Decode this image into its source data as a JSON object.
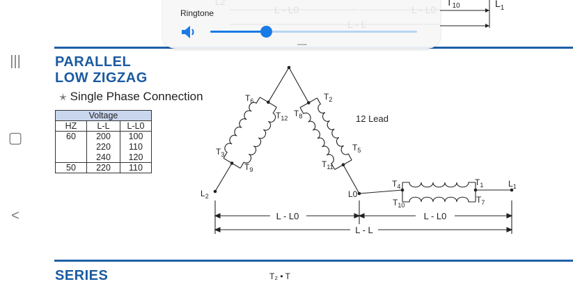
{
  "nav": {
    "recents": "|||",
    "home": "▢",
    "back": "<"
  },
  "volume_panel": {
    "label": "Ringtone",
    "level_percent": 27,
    "icon": "speaker-icon"
  },
  "section1": {
    "title_line1": "PARALLEL",
    "title_line2": "LOW ZIGZAG",
    "subtitle": "Single Phase Connection",
    "star": "✭"
  },
  "table": {
    "header": "Voltage",
    "columns": [
      "HZ",
      "L-L",
      "L-L0"
    ],
    "rows": [
      [
        "60",
        "200",
        "100"
      ],
      [
        "",
        "220",
        "110"
      ],
      [
        "",
        "240",
        "120"
      ],
      [
        "50",
        "220",
        "110"
      ]
    ]
  },
  "diagram": {
    "lead_label": "12 Lead",
    "labels": {
      "T6": "T",
      "T6s": "6",
      "T12": "T",
      "T12s": "12",
      "T3": "T",
      "T3s": "3",
      "T9": "T",
      "T9s": "9",
      "T2": "T",
      "T2s": "2",
      "T8": "T",
      "T8s": "8",
      "T5": "T",
      "T5s": "5",
      "T11": "T",
      "T11s": "11",
      "T4": "T",
      "T4s": "4",
      "T10": "T",
      "T10s": "10",
      "T1": "T",
      "T1s": "1",
      "T7": "T",
      "T7s": "7",
      "L2": "L",
      "L2s": "2",
      "L1": "L",
      "L1s": "1",
      "L0": "L0"
    },
    "dim_lln_left": "L - L0",
    "dim_lln_right": "L - L0",
    "dim_ll": "L - L"
  },
  "top_partial": {
    "t10": "T",
    "t10s": "10",
    "l1": "L",
    "l1s": "1",
    "ghost_l2": "L2",
    "ghost_lln1": "L - L0",
    "ghost_lln2": "L - L0",
    "ghost_ll": "L - L"
  },
  "section2": {
    "title": "SERIES",
    "partial_label": "T₂ • T"
  }
}
